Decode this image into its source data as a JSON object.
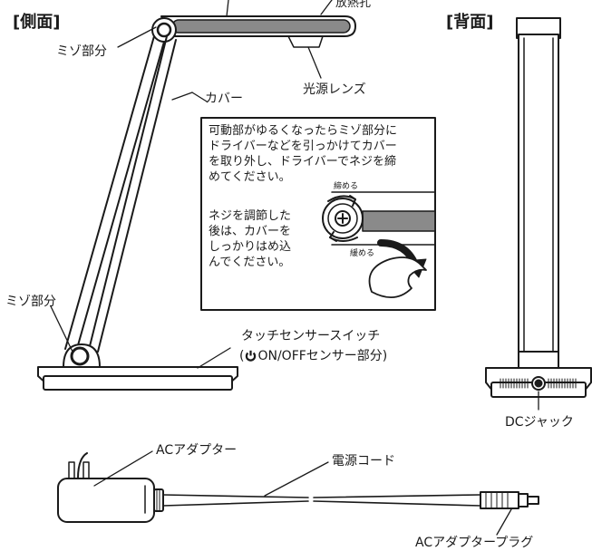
{
  "headers": {
    "side": "[側面]",
    "back": "[背面]"
  },
  "labels": {
    "partial_top": "放熱孔",
    "screw_top": "ミゾ部分",
    "lens": "光源レンズ",
    "cover": "カバー",
    "screw_bottom": "ミゾ部分",
    "touch_sensor_line1": "タッチセンサースイッチ",
    "touch_sensor_line2_prefix": "(",
    "touch_sensor_line2": "ON/OFFセンサー部分)",
    "dc_jack": "DCジャック",
    "ac_adapter": "ACアダプター",
    "power_cord": "電源コード",
    "ac_plug": "ACアダプタープラグ"
  },
  "note": {
    "para1": [
      "可動部がゆるくなったらミゾ部分に",
      "ドライバーなどを引っかけてカバー",
      "を取り外し、ドライバーでネジを締",
      "めてください。"
    ],
    "para2": [
      "ネジを調節した",
      "後は、カバーを",
      "しっかりはめ込",
      "んでください。"
    ],
    "tighten": "締める",
    "loosen": "緩める"
  },
  "icons": {
    "power": "power-icon",
    "screw": "screw-icon"
  }
}
